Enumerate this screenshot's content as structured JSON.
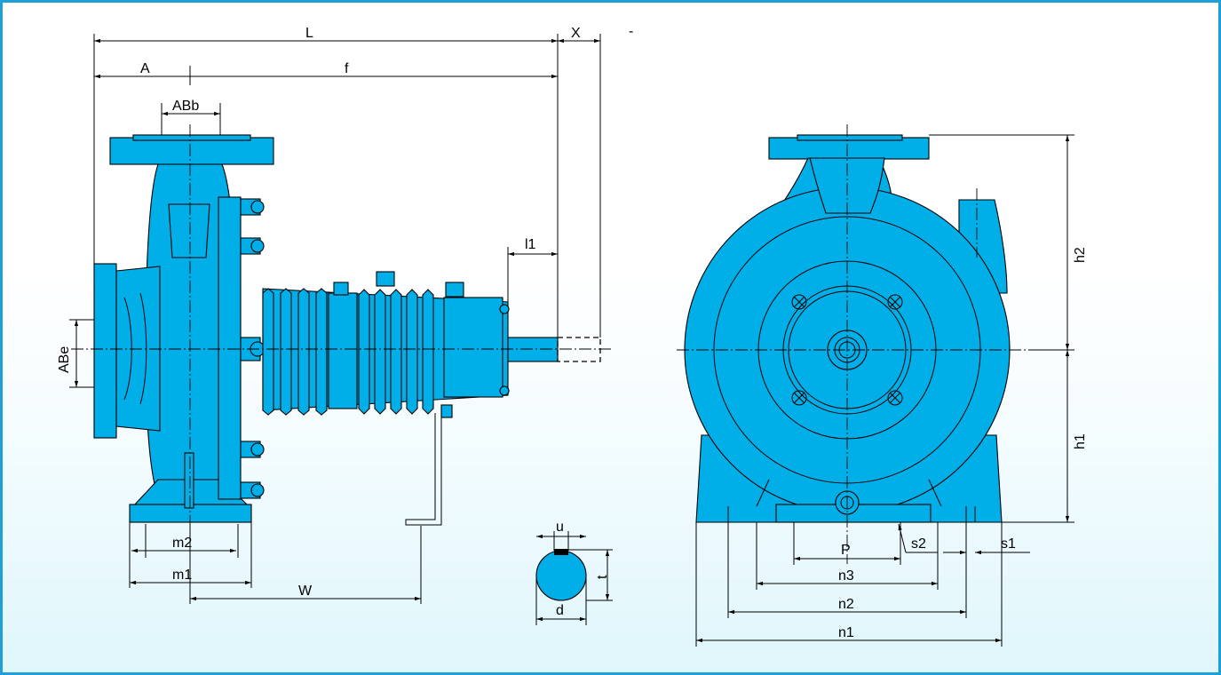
{
  "drawing": {
    "side_view_labels": {
      "L": "L",
      "X": "X",
      "A": "A",
      "f": "f",
      "ABb": "ABb",
      "l1": "l1",
      "ABe": "ABe",
      "m2": "m2",
      "m1": "m1",
      "W": "W"
    },
    "shaft_labels": {
      "u": "u",
      "t": "t",
      "d": "d"
    },
    "front_view_labels": {
      "h2": "h2",
      "h1": "h1",
      "P": "P",
      "s2": "s2",
      "s1": "s1",
      "n3": "n3",
      "n2": "n2",
      "n1": "n1"
    },
    "stray_mark": "-"
  },
  "colors": {
    "frame": "#1e9fd8",
    "pump_body": "#00aee8",
    "lines": "#000000"
  }
}
